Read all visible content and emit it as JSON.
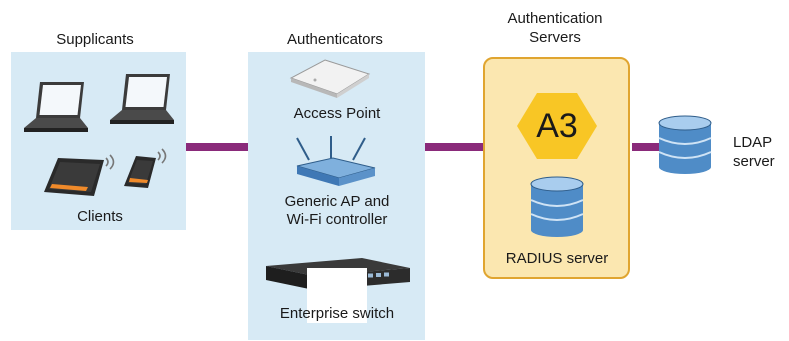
{
  "columns": {
    "supplicants": "Supplicants",
    "authenticators": "Authenticators",
    "auth_servers_line1": "Authentication",
    "auth_servers_line2": "Servers"
  },
  "devices": {
    "clients": "Clients",
    "access_point": "Access Point",
    "generic_ap_line1": "Generic AP and",
    "generic_ap_line2": "Wi-Fi controller",
    "enterprise_switch": "Enterprise switch",
    "a3_badge": "A3",
    "radius_server": "RADIUS server",
    "ldap_line1": "LDAP",
    "ldap_line2": "server"
  },
  "colors": {
    "panel": "#d7eaf5",
    "link": "#8a2a7a",
    "server_box": "#fbe7b0",
    "server_border": "#e0a530",
    "hexagon": "#f8c625",
    "db": "#4f8cc7"
  }
}
